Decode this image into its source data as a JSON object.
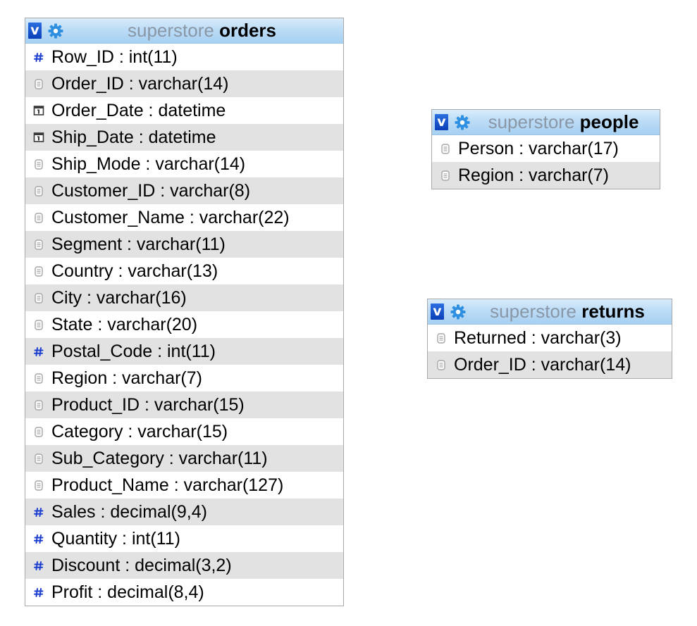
{
  "tables": [
    {
      "key": "orders",
      "db": "superstore",
      "name": "orders",
      "columns": [
        {
          "text": "Row_ID : int(11)",
          "type": "number"
        },
        {
          "text": "Order_ID : varchar(14)",
          "type": "text"
        },
        {
          "text": "Order_Date : datetime",
          "type": "date"
        },
        {
          "text": "Ship_Date : datetime",
          "type": "date"
        },
        {
          "text": "Ship_Mode : varchar(14)",
          "type": "text"
        },
        {
          "text": "Customer_ID : varchar(8)",
          "type": "text"
        },
        {
          "text": "Customer_Name : varchar(22)",
          "type": "text"
        },
        {
          "text": "Segment : varchar(11)",
          "type": "text"
        },
        {
          "text": "Country : varchar(13)",
          "type": "text"
        },
        {
          "text": "City : varchar(16)",
          "type": "text"
        },
        {
          "text": "State : varchar(20)",
          "type": "text"
        },
        {
          "text": "Postal_Code : int(11)",
          "type": "number"
        },
        {
          "text": "Region : varchar(7)",
          "type": "text"
        },
        {
          "text": "Product_ID : varchar(15)",
          "type": "text"
        },
        {
          "text": "Category : varchar(15)",
          "type": "text"
        },
        {
          "text": "Sub_Category : varchar(11)",
          "type": "text"
        },
        {
          "text": "Product_Name : varchar(127)",
          "type": "text"
        },
        {
          "text": "Sales : decimal(9,4)",
          "type": "number"
        },
        {
          "text": "Quantity : int(11)",
          "type": "number"
        },
        {
          "text": "Discount : decimal(3,2)",
          "type": "number"
        },
        {
          "text": "Profit : decimal(8,4)",
          "type": "number"
        }
      ]
    },
    {
      "key": "people",
      "db": "superstore",
      "name": "people",
      "columns": [
        {
          "text": "Person : varchar(17)",
          "type": "text"
        },
        {
          "text": "Region : varchar(7)",
          "type": "text"
        }
      ]
    },
    {
      "key": "returns",
      "db": "superstore",
      "name": "returns",
      "columns": [
        {
          "text": "Returned : varchar(3)",
          "type": "text"
        },
        {
          "text": "Order_ID : varchar(14)",
          "type": "text"
        }
      ]
    }
  ],
  "icons": {
    "toggle_glyph": "v",
    "number_glyph": "#",
    "colors": {
      "toggle_bg": "#1a4fc9",
      "gear": "#2f8fe0",
      "number_icon": "#1c3fd0",
      "text_icon": "#a6a6a6",
      "date_icon": "#3a3a3a",
      "header_gradient_top": "#d9ecfb",
      "header_gradient_bottom": "#a7d0f2",
      "row_alt_bg": "#e2e2e2",
      "db_name": "#8a97a6"
    }
  }
}
